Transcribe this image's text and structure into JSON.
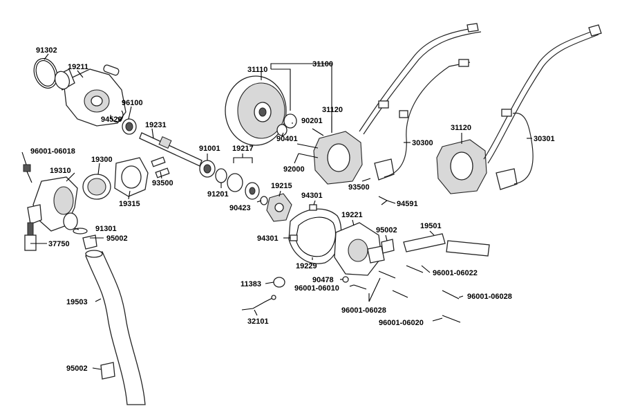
{
  "labels": {
    "p91302": "91302",
    "p19211": "19211",
    "p96100": "96100",
    "p94520": "94520",
    "p19231": "19231",
    "p96001_06018": "96001-06018",
    "p19300": "19300",
    "p19310": "19310",
    "p19315": "19315",
    "p93500a": "93500",
    "p91001": "91001",
    "p19217": "19217",
    "p91201": "91201",
    "p90423": "90423",
    "p19215": "19215",
    "p91301": "91301",
    "p95002a": "95002",
    "p37750": "37750",
    "p19503": "19503",
    "p95002c": "95002",
    "p31110": "31110",
    "p31100": "31100",
    "p31120a": "31120",
    "p90201": "90201",
    "p90401": "90401",
    "p92000": "92000",
    "p93500b": "93500",
    "p94591": "94591",
    "p30300": "30300",
    "p31120b": "31120",
    "p30301": "30301",
    "p94301a": "94301",
    "p94301b": "94301",
    "p19221": "19221",
    "p95002b": "95002",
    "p19501": "19501",
    "p19229": "19229",
    "p11383": "11383",
    "p90478": "90478",
    "p96001_06010": "96001-06010",
    "p96001_06022": "96001-06022",
    "p96001_06028a": "96001-06028",
    "p96001_06028b": "96001-06028",
    "p96001_06020": "96001-06020",
    "p32101": "32101"
  }
}
